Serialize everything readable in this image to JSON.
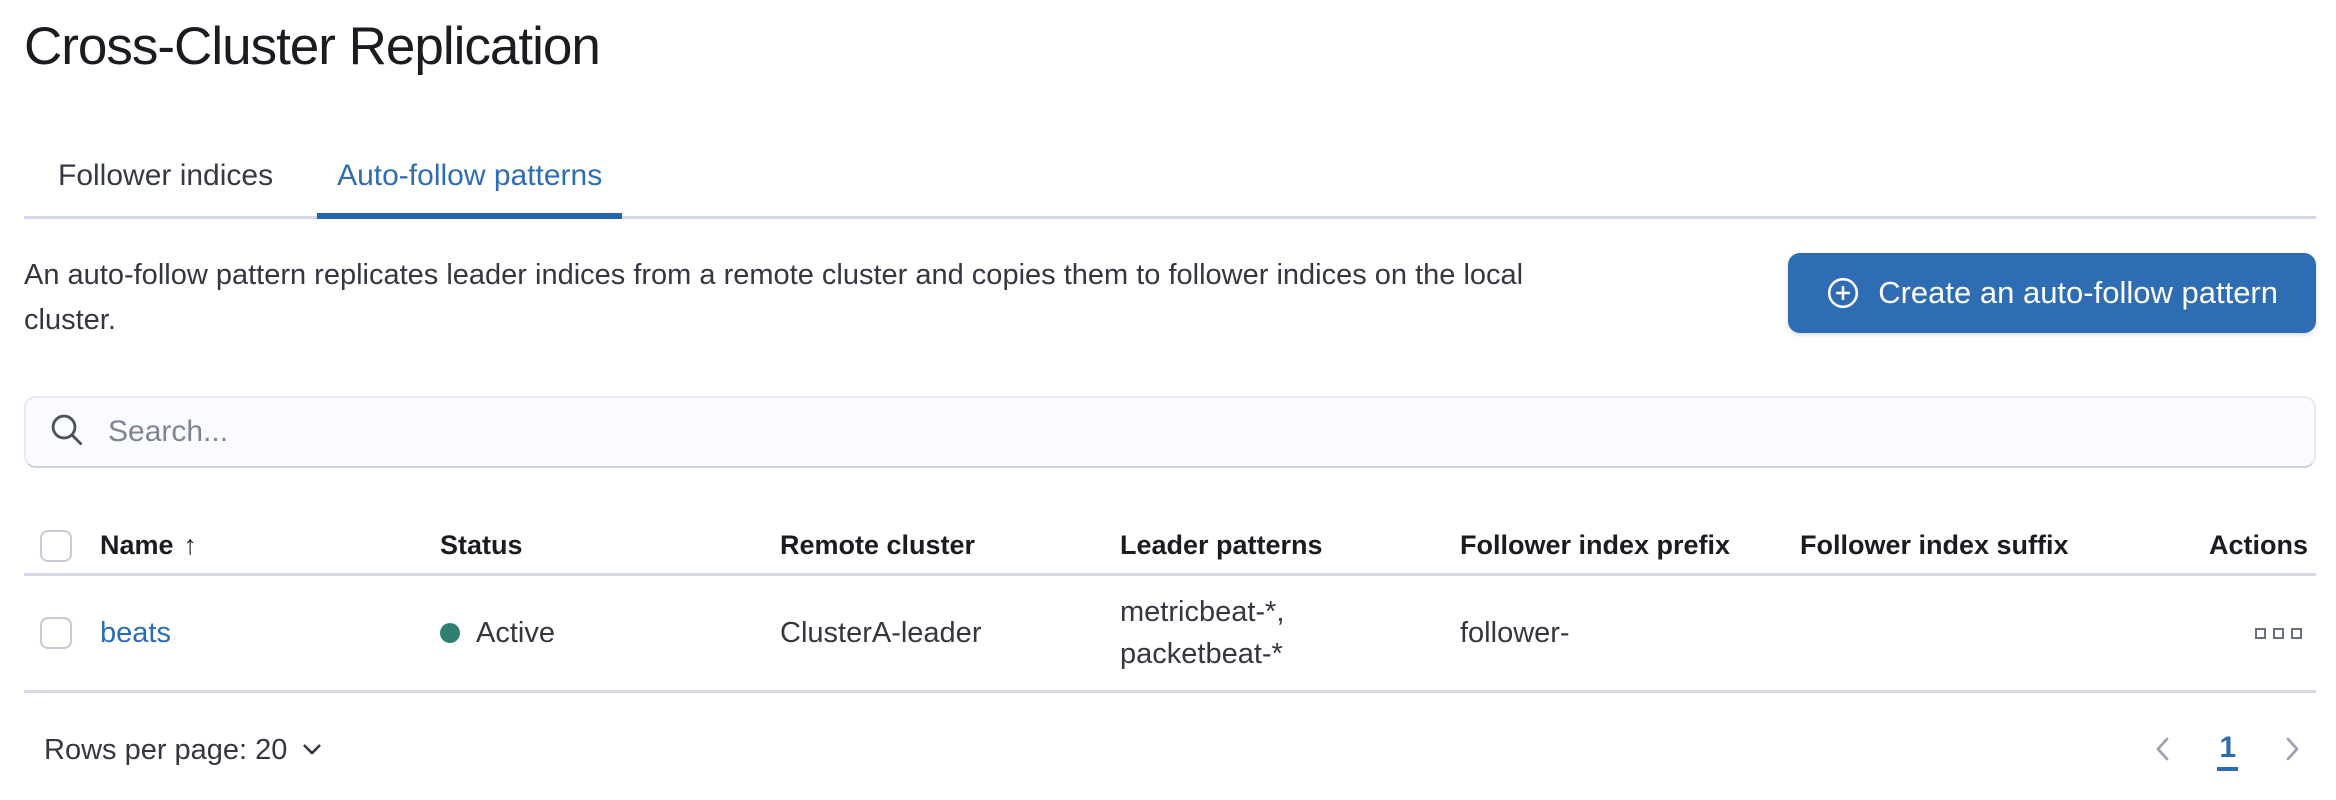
{
  "page_title": "Cross-Cluster Replication",
  "tabs": [
    {
      "label": "Follower indices",
      "active": false
    },
    {
      "label": "Auto-follow patterns",
      "active": true
    }
  ],
  "description": "An auto-follow pattern replicates leader indices from a remote cluster and copies them to follower indices on the local cluster.",
  "create_button": {
    "label": "Create an auto-follow pattern",
    "icon": "plus-in-circle-icon"
  },
  "search": {
    "placeholder": "Search...",
    "value": "",
    "icon": "search-icon"
  },
  "table": {
    "headers": {
      "name": "Name",
      "status": "Status",
      "remote_cluster": "Remote cluster",
      "leader_patterns": "Leader patterns",
      "follower_index_prefix": "Follower index prefix",
      "follower_index_suffix": "Follower index suffix",
      "actions": "Actions"
    },
    "sort": {
      "column": "Name",
      "direction": "ascending"
    },
    "rows": [
      {
        "name": "beats",
        "status": "Active",
        "remote_cluster": "ClusterA-leader",
        "leader_patterns": "metricbeat-*, packetbeat-*",
        "leader_patterns_lines": [
          "metricbeat-*,",
          "packetbeat-*"
        ],
        "follower_index_prefix": "follower-",
        "follower_index_suffix": "",
        "actions_icon": "boxes-horizontal-icon"
      }
    ]
  },
  "footer": {
    "rows_per_page": "Rows per page: 20",
    "pagination": {
      "current_page": "1"
    }
  },
  "icons": {
    "sort_ascending": "↑"
  },
  "colors": {
    "accent_blue": "#2e6db4",
    "button_blue": "#2e6cb3",
    "link_blue": "#2b6cb5",
    "tab_underline_blue": "#2564ae",
    "status_active_green": "#2e8172",
    "divider_gray": "#d4d8e6",
    "title_text": "#1a1c21",
    "body_text": "#343741",
    "icon_gray": "#69707d",
    "placeholder_gray": "#7d8494"
  }
}
